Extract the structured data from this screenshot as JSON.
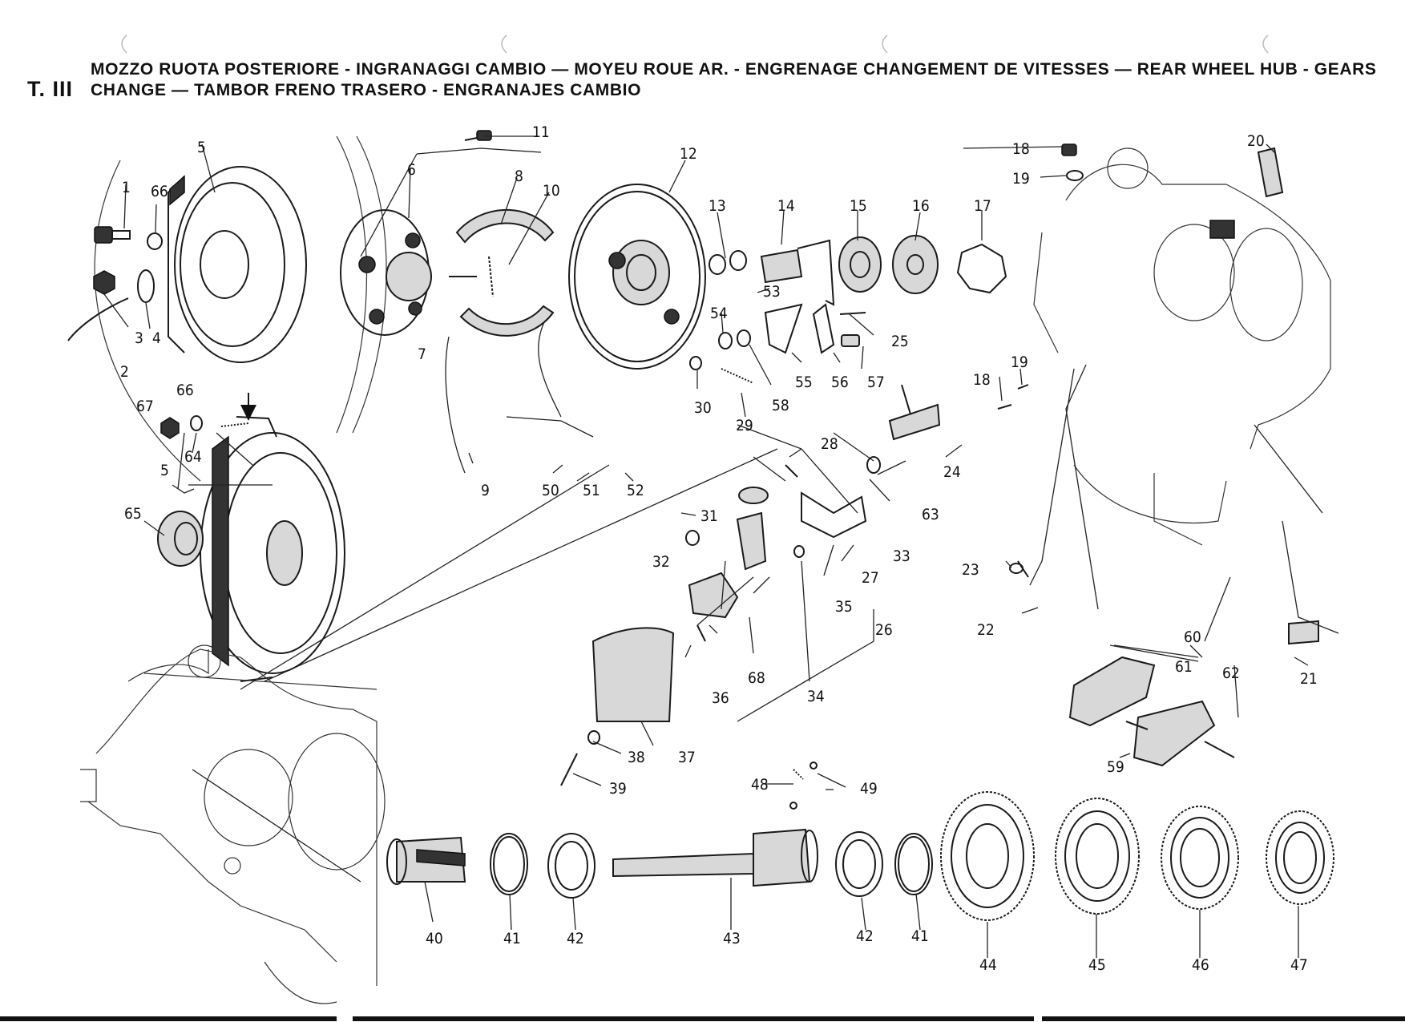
{
  "plate": {
    "id": "T. III",
    "title_line1": "MOZZO RUOTA POSTERIORE - INGRANAGGI CAMBIO — MOYEU ROUE AR. - ENGRENAGE CHANGEMENT DE VITESSES — REAR WHEEL HUB - GEARS",
    "title_line2": "CHANGE — TAMBOR FRENO TRASERO - ENGRANAJES CAMBIO"
  },
  "callouts": [
    "1",
    "66",
    "2",
    "3",
    "4",
    "5",
    "6",
    "7",
    "8",
    "10",
    "11",
    "9",
    "12",
    "13",
    "14",
    "53",
    "15",
    "16",
    "17",
    "54",
    "55",
    "56",
    "57",
    "25",
    "58",
    "30",
    "29",
    "50",
    "51",
    "52",
    "18",
    "19",
    "20",
    "18",
    "19",
    "66",
    "67",
    "64",
    "5",
    "65",
    "28",
    "24",
    "63",
    "31",
    "33",
    "27",
    "32",
    "35",
    "26",
    "34",
    "68",
    "36",
    "37",
    "38",
    "39",
    "48",
    "49",
    "23",
    "22",
    "60",
    "61",
    "62",
    "59",
    "21",
    "40",
    "41",
    "42",
    "43",
    "42",
    "41",
    "44",
    "45",
    "46",
    "47"
  ]
}
